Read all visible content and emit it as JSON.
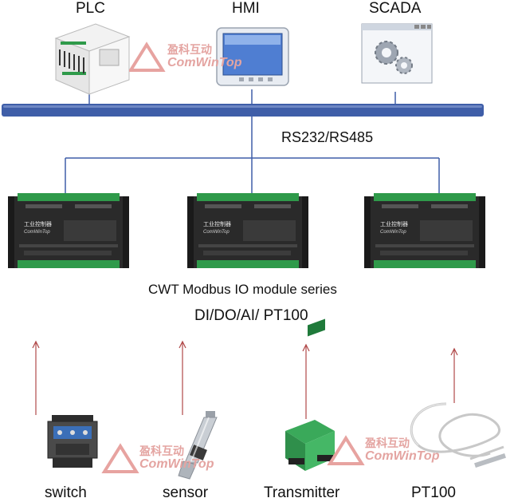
{
  "top_devices": [
    {
      "label": "PLC",
      "icon": "plc-icon"
    },
    {
      "label": "HMI",
      "icon": "hmi-icon"
    },
    {
      "label": "SCADA",
      "icon": "scada-gear-icon"
    }
  ],
  "bus": {
    "label": "RS232/RS485",
    "color": "#3f5ea8"
  },
  "modules": {
    "title": "CWT Modbus IO module series",
    "types": "DI/DO/AI/ PT100",
    "count": 3,
    "module_brand_text": "工业控制器",
    "module_logo_text": "ComWinTop"
  },
  "sensors": [
    {
      "label": "switch",
      "icon": "contactor-icon"
    },
    {
      "label": "sensor",
      "icon": "pressure-sensor-icon"
    },
    {
      "label": "Transmitter",
      "icon": "transmitter-icon"
    },
    {
      "label": "PT100",
      "icon": "pt100-probe-icon"
    }
  ],
  "watermark": {
    "cn": "盈科互动",
    "en": "ComWinTop"
  },
  "colors": {
    "bus": "#3f5ea8",
    "arrow": "#b04848",
    "module_body": "#2a2a2a",
    "terminal": "#2f9a4a",
    "watermark": "#d9534f"
  }
}
